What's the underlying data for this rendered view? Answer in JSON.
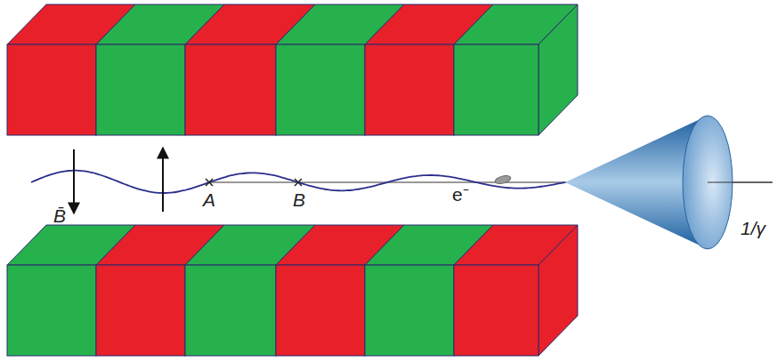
{
  "diagram": {
    "labels": [
      "B̄",
      "A",
      "B",
      "e⁻",
      "1/γ"
    ]
  }
}
